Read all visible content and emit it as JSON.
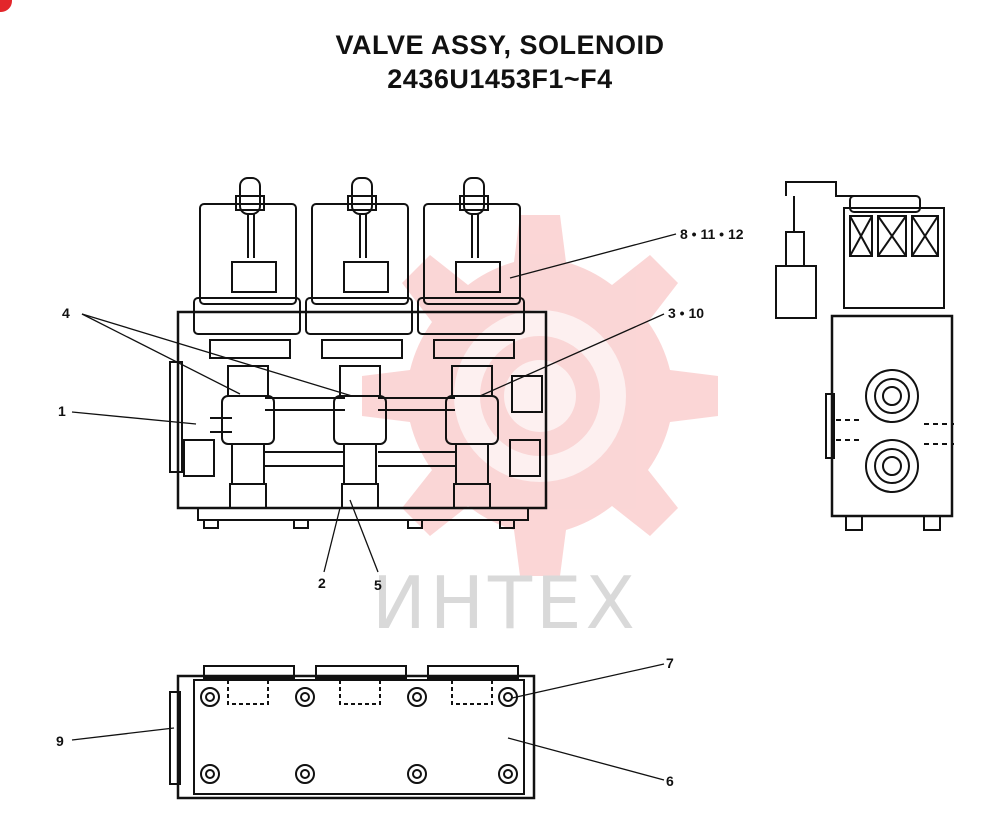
{
  "title": {
    "line1": "VALVE ASSY, SOLENOID",
    "line2": "2436U1453F1~F4"
  },
  "colors": {
    "line": "#111111",
    "watermark_gear": "#f7b5b5",
    "watermark_text": "#d9d9d9",
    "corner_mark": "#e3262b"
  },
  "watermark": {
    "text": "ИНТЕХ",
    "icon": "gear-logo-icon"
  },
  "callouts": {
    "c1": "1",
    "c2": "2",
    "c3_10": "3 • 10",
    "c4": "4",
    "c5": "5",
    "c6": "6",
    "c7": "7",
    "c8_11_12": "8 • 11 • 12",
    "c9": "9"
  }
}
